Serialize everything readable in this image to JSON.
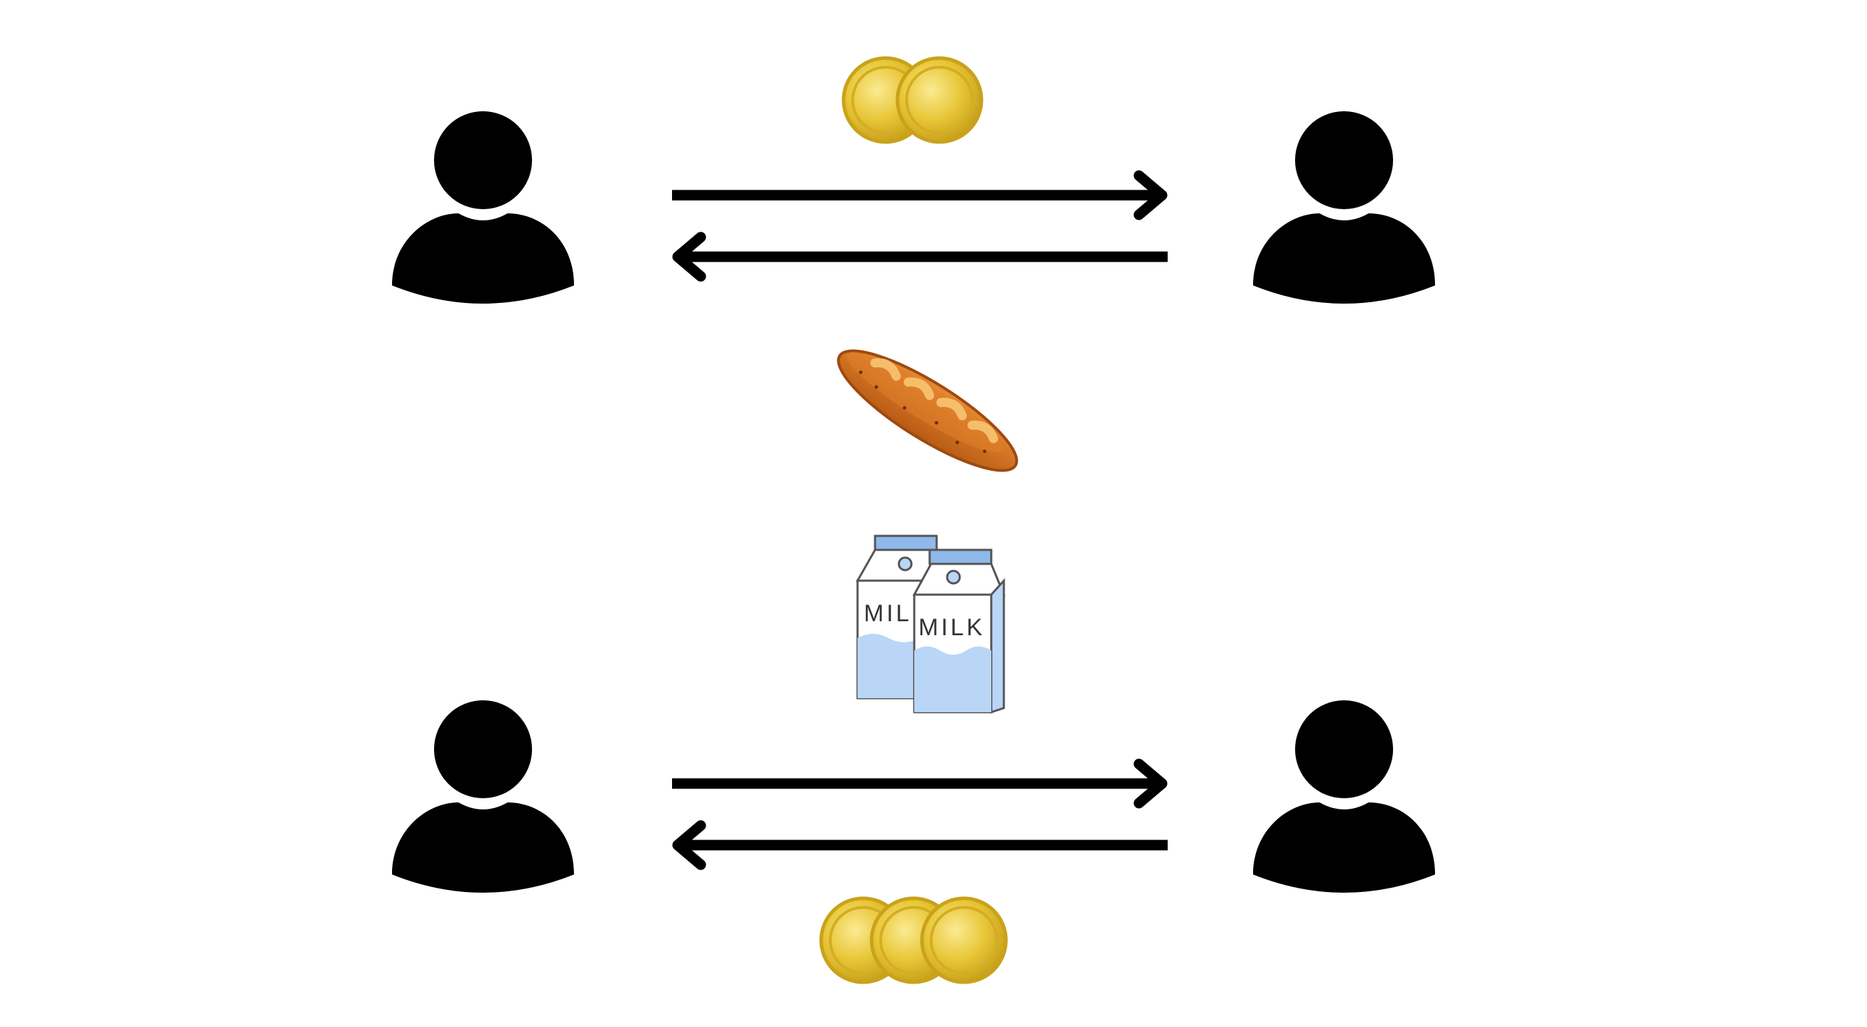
{
  "colors": {
    "person": "#000000",
    "arrow": "#000000",
    "coin_fill": "#e8c637",
    "coin_rim": "#c9a21a",
    "coin_highlight": "#f7e27a",
    "bread_crust": "#cf6a1c",
    "bread_top": "#e07a22",
    "bread_slash": "#f3b25c",
    "milk_blue": "#b9d6f7",
    "milk_line": "#555555",
    "milk_cap": "#8fb9ea"
  },
  "top_exchange": {
    "left_person_icon": "person-icon",
    "right_person_icon": "person-icon",
    "coins": {
      "icon": "coin-icon",
      "count": 2
    },
    "goods": {
      "icon": "baguette-icon"
    }
  },
  "bottom_exchange": {
    "left_person_icon": "person-icon",
    "right_person_icon": "person-icon",
    "coins": {
      "icon": "coin-icon",
      "count": 3
    },
    "goods": {
      "icon": "milk-carton-icon",
      "count": 2
    }
  },
  "milk_label": "MILK"
}
